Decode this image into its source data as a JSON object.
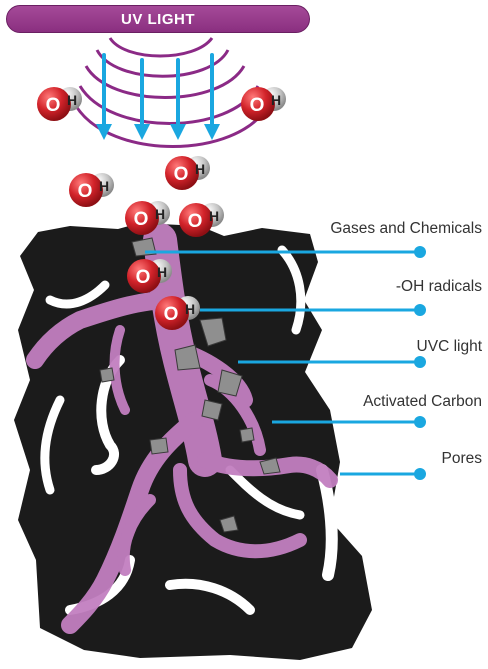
{
  "banner": {
    "text": "UV LIGHT"
  },
  "molecule": {
    "oxygen": "O",
    "hydrogen": "H"
  },
  "labels": [
    {
      "text": "Gases and Chemicals"
    },
    {
      "text": "-OH radicals"
    },
    {
      "text": "UVC light"
    },
    {
      "text": "Activated Carbon"
    },
    {
      "text": "Pores"
    }
  ],
  "colors": {
    "banner": "#922f86",
    "arc": "#8b2a86",
    "arrow": "#1aa7e0",
    "leader": "#1aa7e0",
    "carbon": "#1b1b1b",
    "pore_fill": "#c27fc0",
    "oxygen": "#d2232a",
    "hydrogen": "#b8b8b8"
  }
}
